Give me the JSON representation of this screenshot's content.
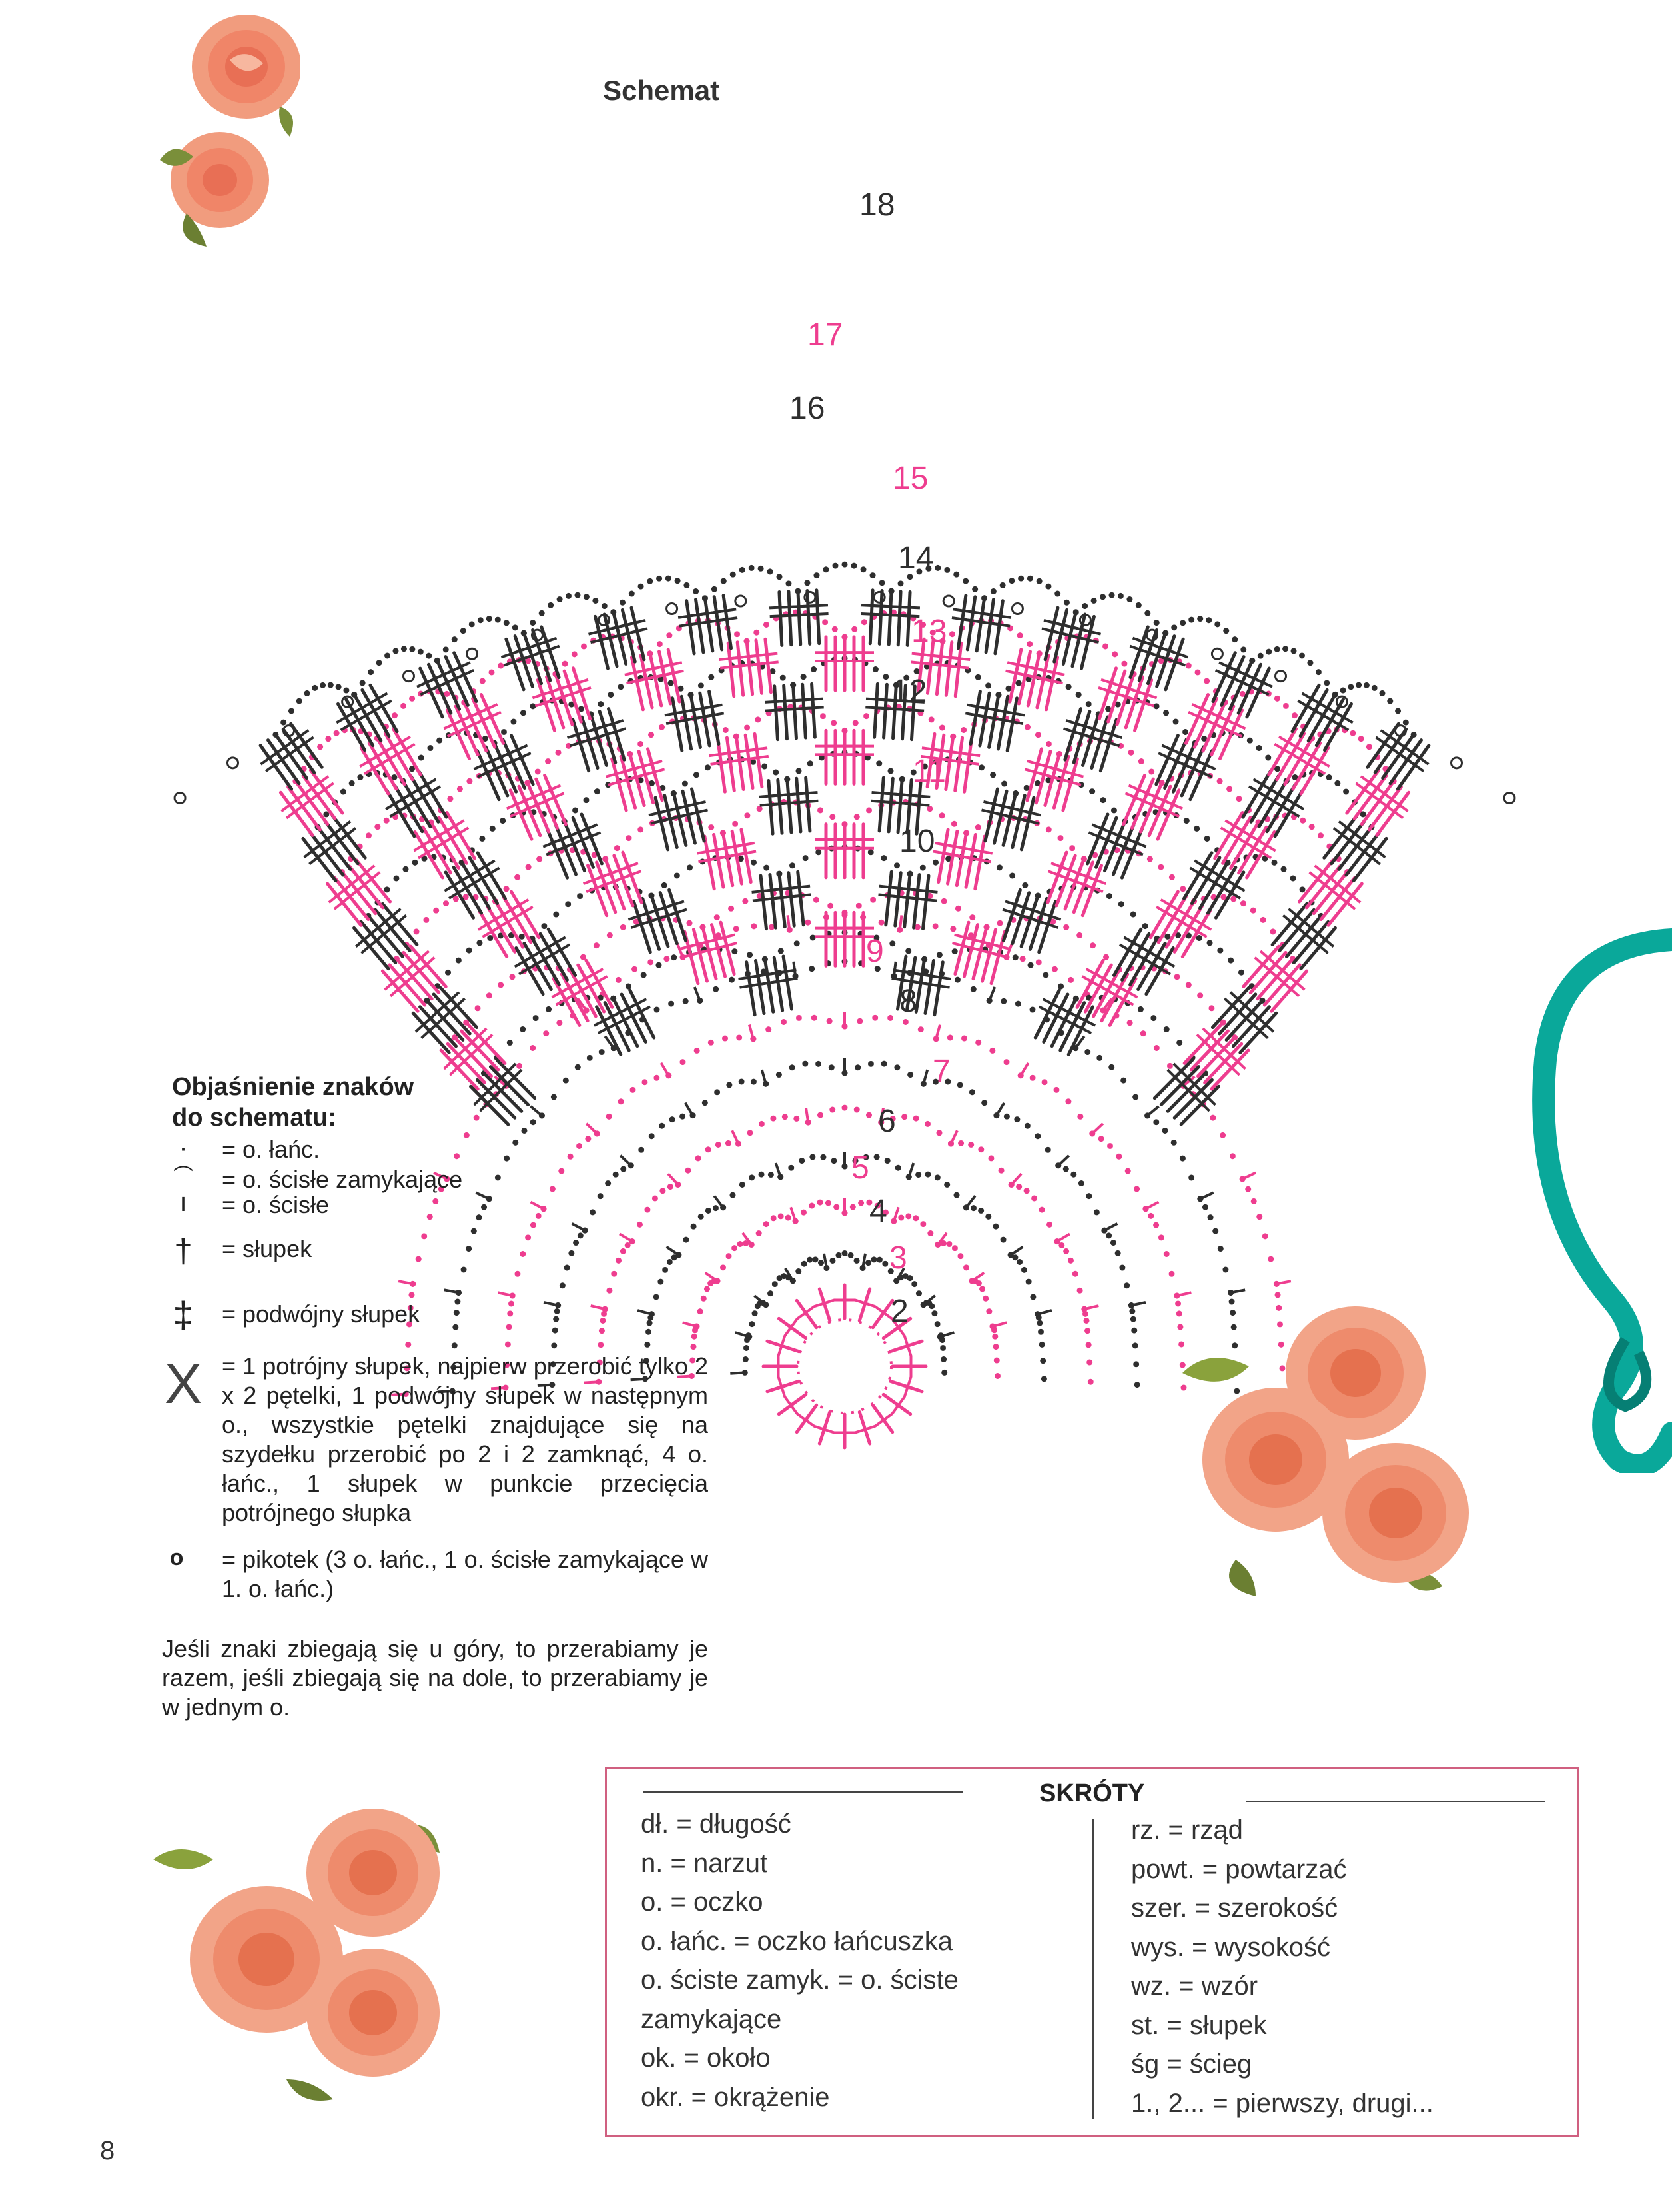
{
  "title": "Schemat",
  "page_number": "8",
  "colors": {
    "pink": "#ee3d8f",
    "dark": "#2e2e2e",
    "box_border": "#d06080",
    "teal": "#0aa89a",
    "rose": "#f08a6a"
  },
  "row_numbers": {
    "black": [
      "18",
      "16",
      "14",
      "12",
      "10",
      "8",
      "6",
      "4",
      "2"
    ],
    "pink": [
      "17",
      "15",
      "13",
      "11",
      "9",
      "7",
      "5",
      "3"
    ]
  },
  "legend": {
    "heading_1": "Objaśnienie znaków",
    "heading_2": "do schematu:",
    "items": [
      {
        "icon": "chain-dot-icon",
        "symbol": "·",
        "text": "= o. łańc."
      },
      {
        "icon": "slip-stitch-arc-icon",
        "symbol": "⌒",
        "text": "= o. ścisłe zamykające"
      },
      {
        "icon": "single-crochet-icon",
        "symbol": "ı",
        "text": "= o. ścisłe"
      },
      {
        "icon": "double-crochet-icon",
        "symbol": "†",
        "text": "= słupek"
      },
      {
        "icon": "treble-crochet-icon",
        "symbol": "‡",
        "text": "= podwójny słupek"
      },
      {
        "icon": "crossed-treble-icon",
        "symbol": "X",
        "text": "= 1 potrójny słupek, najpierw przerobić tylko 2 x 2 pętelki, 1 podwójny słupek w następnym o., wszystkie pętelki znajdujące się na szydełku przerobić po 2 i 2 zamknąć, 4 o. łańc., 1 słupek w punkcie przecięcia potrójnego słupka"
      },
      {
        "icon": "picot-icon",
        "symbol": "o",
        "text": "= pikotek (3 o. łańc., 1 o. ścisłe zamykające w 1. o. łańc.)"
      }
    ],
    "note": "Jeśli znaki zbiegają się u góry, to przerabiamy je razem, jeśli zbiegają się na dole, to przerabiamy je w jednym o."
  },
  "skroty": {
    "title": "SKRÓTY",
    "left": [
      "dł. = długość",
      "n.  = narzut",
      "o. = oczko",
      "o. łańc. = oczko łańcuszka",
      "o. ściste zamyk. = o. ściste",
      "zamykające",
      "ok. = około",
      "okr. = okrążenie"
    ],
    "right": [
      "rz. = rząd",
      "powt. = powtarzać",
      "szer. = szerokość",
      "wys. = wysokość",
      "wz. = wzór",
      "st. = słupek",
      "śg = ścieg",
      "1., 2... = pierwszy, drugi..."
    ]
  }
}
